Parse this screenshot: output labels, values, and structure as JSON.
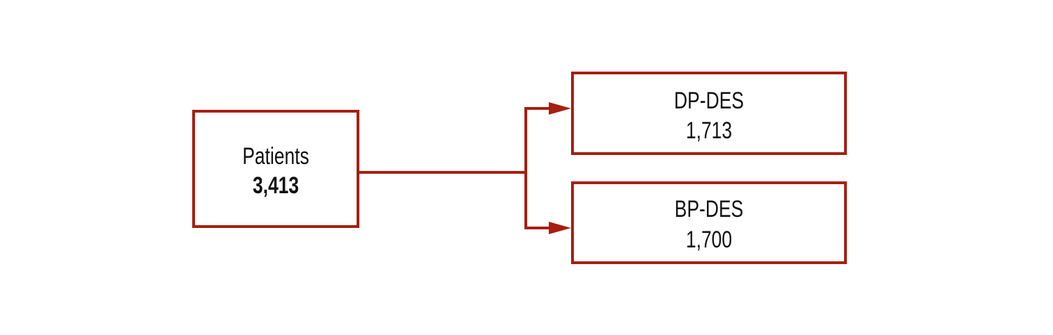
{
  "accent_color": "#A81E10",
  "source": {
    "label": "Patients",
    "count": "3,413"
  },
  "branches": [
    {
      "label": "DP-DES",
      "count": "1,713"
    },
    {
      "label": "BP-DES",
      "count": "1,700"
    }
  ]
}
